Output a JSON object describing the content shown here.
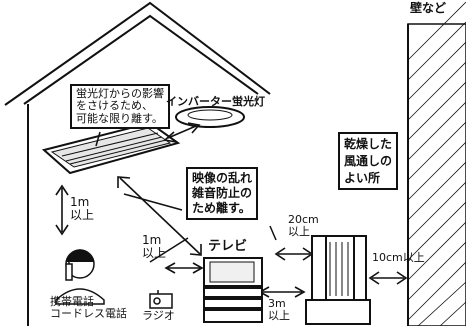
{
  "wall_label": "壁など",
  "callouts": {
    "fluorescent_note": "蛍光灯からの影響\nをさけるため、\n可能な限り離す。",
    "inverter_light": "インバーター蛍光灯",
    "noise_note": "映像の乱れ\n雑音防止の\nため離す。",
    "dry_place": "乾燥した\n風通しの\nよい所"
  },
  "distances": {
    "light_phone": "1m\n以上",
    "tv_radio": "1m\n以上",
    "side_gap": "20cm\n以上",
    "wall_gap": "10cm以上",
    "tv_distance": "3m\n以上"
  },
  "items": {
    "tv": "テレビ",
    "phone": "携帯電話\nコードレス電話",
    "radio": "ラジオ"
  }
}
